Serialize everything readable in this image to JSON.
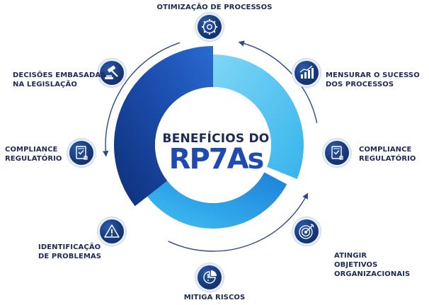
{
  "diagram": {
    "center": {
      "title": "BENEFÍCIOS DO",
      "brand": "RP7As"
    },
    "items": [
      {
        "id": "otimizacao",
        "lines": [
          "OTIMIZAÇÃO DE PROCESSOS"
        ],
        "icon": "gear-icon"
      },
      {
        "id": "mensurar",
        "lines": [
          "MENSURAR O SUCESSO",
          "DOS PROCESSOS"
        ],
        "icon": "bar-chart-icon"
      },
      {
        "id": "compliance-right",
        "lines": [
          "COMPLIANCE",
          "REGULATÓRIO"
        ],
        "icon": "document-check-icon"
      },
      {
        "id": "atingir",
        "lines": [
          "ATINGIR",
          "OBJETIVOS",
          "ORGANIZACIONAIS"
        ],
        "icon": "target-icon"
      },
      {
        "id": "mitiga",
        "lines": [
          "MITIGA RISCOS"
        ],
        "icon": "pie-alert-icon"
      },
      {
        "id": "identificacao",
        "lines": [
          "IDENTIFICAÇÃO",
          "DE PROBLEMAS"
        ],
        "icon": "warning-icon"
      },
      {
        "id": "compliance-left",
        "lines": [
          "COMPLIANCE",
          "REGULATÓRIO"
        ],
        "icon": "document-check-icon"
      },
      {
        "id": "decisoes",
        "lines": [
          "DECISÕES EMBASADAS",
          "NA LEGISLAÇÃO"
        ],
        "icon": "gavel-icon"
      }
    ],
    "colors": {
      "navy": "#1e2a55",
      "light_blue": "#45c2f2",
      "mid_blue": "#2a97e0",
      "dark_blue": "#1846a0",
      "brand_blue": "#1f4bb0",
      "icon_bg": "#17397a"
    }
  }
}
